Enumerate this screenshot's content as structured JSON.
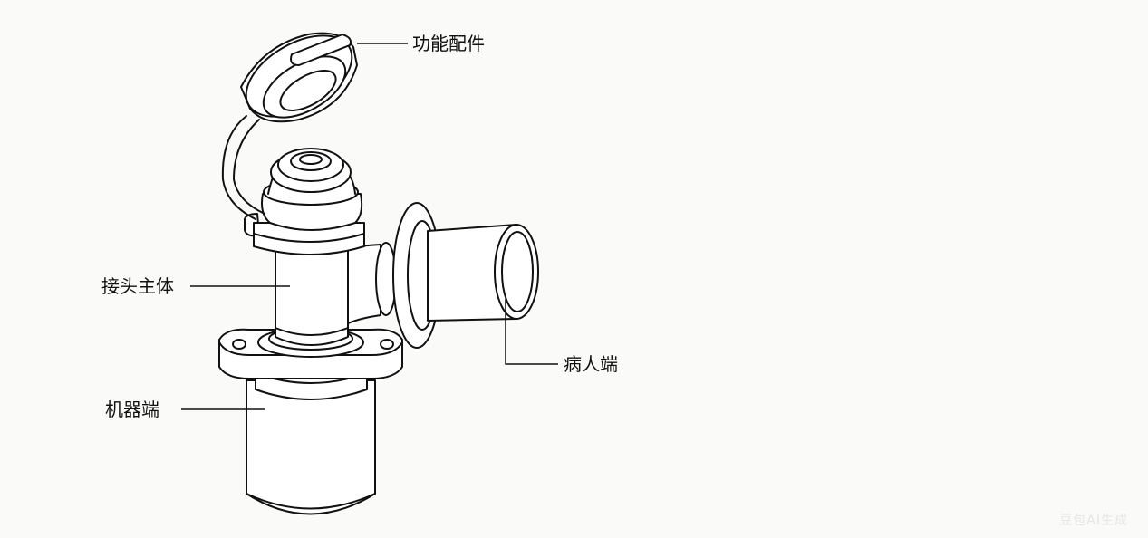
{
  "labels": {
    "accessory": "功能配件",
    "connector_body": "接头主体",
    "machine_end": "机器端",
    "patient_end": "病人端"
  },
  "watermark": "豆包AI生成",
  "colors": {
    "line": "#111111",
    "background": "#fafaf8",
    "fill": "#ffffff"
  }
}
